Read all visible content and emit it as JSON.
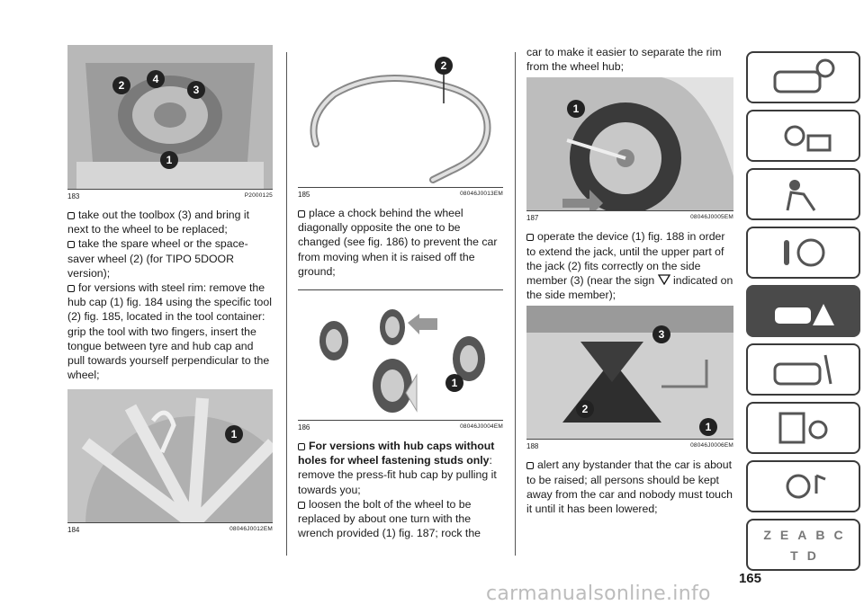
{
  "page_number": "165",
  "watermark": "carmanualsonline.info",
  "col1": {
    "fig183": {
      "num": "183",
      "code": "P2000125",
      "callouts": [
        "2",
        "4",
        "3",
        "1"
      ]
    },
    "para1": "take out the toolbox (3) and bring it next to the wheel to be replaced;",
    "para2": "take the spare wheel or the space-saver wheel (2) (for TIPO 5DOOR version);",
    "para3": "for versions with steel rim: remove the hub cap (1) fig. 184 using the specific tool (2) fig. 185, located in the tool container: grip the tool with two fingers, insert the tongue between tyre and hub cap and pull towards yourself perpendicular to the wheel;",
    "fig184": {
      "num": "184",
      "code": "08046J0012EM",
      "callout": "1"
    }
  },
  "col2": {
    "fig185": {
      "num": "185",
      "code": "08046J0013EM",
      "callout": "2"
    },
    "para1": "place a chock behind the wheel diagonally opposite the one to be changed (see fig. 186) to prevent the car from moving when it is raised off the ground;",
    "fig186": {
      "num": "186",
      "code": "08046J0004EM",
      "callout": "1"
    },
    "para2_bold": "For versions with hub caps without holes for wheel fastening studs only",
    "para2_rest": ": remove the press-fit hub cap by pulling it towards you;",
    "para3": "loosen the bolt of the wheel to be replaced by about one turn with the wrench provided (1) fig. 187; rock the"
  },
  "col3": {
    "para0": "car to make it easier to separate the rim from the wheel hub;",
    "fig187": {
      "num": "187",
      "code": "08046J0005EM",
      "callout": "1"
    },
    "para1": "operate the device (1) fig. 188 in order to extend the jack, until the upper part of the jack (2) fits correctly on the side member (3) (near the sign",
    "para1b": "indicated on the side member);",
    "fig188": {
      "num": "188",
      "code": "08046J0006EM",
      "callouts": [
        "3",
        "2",
        "1"
      ]
    },
    "para2": "alert any bystander that the car is about to be raised; all persons should be kept away from the car and nobody must touch it until it has been lowered;"
  },
  "sidebar_tabs": [
    {
      "icon": "car-info-icon",
      "active": false
    },
    {
      "icon": "warning-light-mail-icon",
      "active": false
    },
    {
      "icon": "seat-airbag-icon",
      "active": false
    },
    {
      "icon": "key-steering-wheel-icon",
      "active": false
    },
    {
      "icon": "car-emergency-icon",
      "active": true
    },
    {
      "icon": "car-maintenance-icon",
      "active": false
    },
    {
      "icon": "specs-gear-icon",
      "active": false
    },
    {
      "icon": "multimedia-icon",
      "active": false
    },
    {
      "icon": "alphabetical-index-icon",
      "active": false
    }
  ],
  "index_letters": [
    "Z",
    "E",
    "A",
    "B",
    "C",
    "T",
    "D"
  ]
}
